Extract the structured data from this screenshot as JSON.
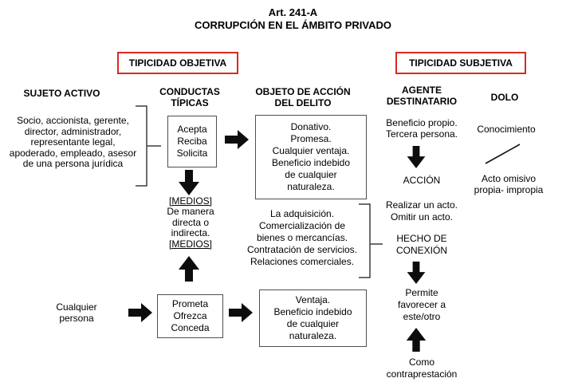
{
  "title": {
    "line1": "Art. 241-A",
    "line2": "CORRUPCIÓN EN EL ÁMBITO PRIVADO"
  },
  "colors": {
    "accent_red": "#d92a21",
    "text": "#000000",
    "background": "#ffffff"
  },
  "banners": {
    "objetiva": "TIPICIDAD OBJETIVA",
    "subjetiva": "TIPICIDAD SUBJETIVA"
  },
  "sujeto_activo": {
    "header": "SUJETO ACTIVO",
    "body": "Socio, accionista, gerente,\ndirector, administrador,\nrepresentante legal,\napoderado, empleado, asesor\nde una persona jurídica"
  },
  "conductas": {
    "header": "CONDUCTAS\nTÍPICAS",
    "acepta_box": "Acepta\nReciba\nSolicita",
    "medios_top": "[MEDIOS]",
    "medios_body": "De manera\ndirecta o\nindirecta.",
    "medios_bottom": "[MEDIOS]",
    "prometa_box": "Prometa\nOfrezca\nConceda"
  },
  "objeto": {
    "header": "OBJETO DE ACCIÓN\nDEL DELITO",
    "donativo_box": "Donativo.\nPromesa.\nCualquier ventaja.\nBeneficio indebido\nde cualquier\nnaturaleza.",
    "adquisicion": "La adquisición.\nComercialización de\nbienes o mercancías.\nContratación de servicios.\nRelaciones comerciales.",
    "ventaja_box": "Ventaja.\nBeneficio indebido\nde cualquier\nnaturaleza."
  },
  "agente": {
    "header": "AGENTE\nDESTINATARIO",
    "beneficio": "Beneficio propio.\nTercera persona.",
    "accion": "ACCIÓN",
    "realizar": "Realizar un acto.\nOmitir un acto.",
    "hecho_conexion": "HECHO DE\nCONEXIÓN",
    "permite": "Permite\nfavorecer a\neste/otro",
    "como": "Como\ncontraprestación"
  },
  "dolo": {
    "header": "DOLO",
    "conocimiento": "Conocimiento",
    "acto_omisivo": "Acto omisivo\npropia- impropia"
  },
  "cualquier_persona": "Cualquier\npersona"
}
